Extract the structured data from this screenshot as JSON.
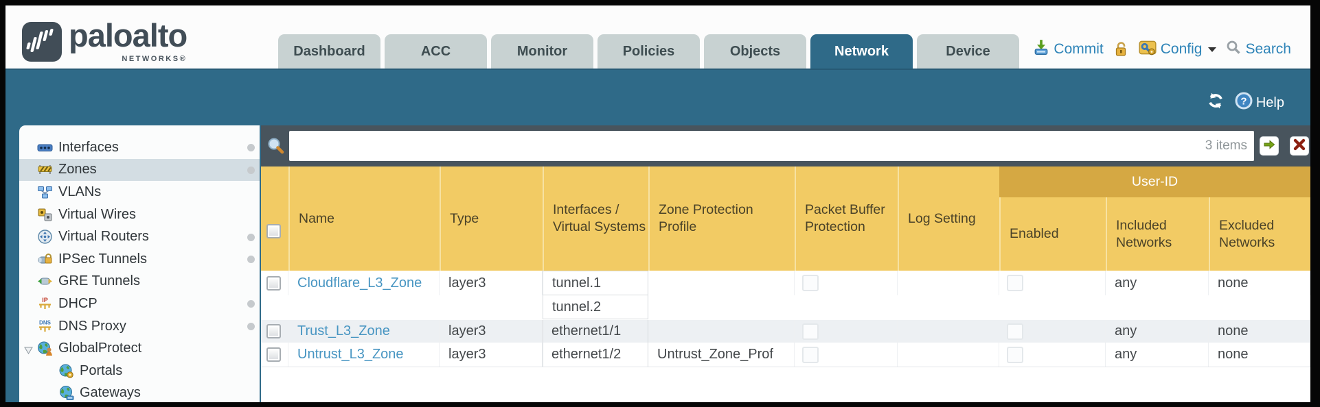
{
  "brand": {
    "name": "paloalto",
    "sub": "NETWORKS®"
  },
  "nav_tabs": [
    {
      "label": "Dashboard",
      "active": false
    },
    {
      "label": "ACC",
      "active": false
    },
    {
      "label": "Monitor",
      "active": false
    },
    {
      "label": "Policies",
      "active": false
    },
    {
      "label": "Objects",
      "active": false
    },
    {
      "label": "Network",
      "active": true
    },
    {
      "label": "Device",
      "active": false
    }
  ],
  "toolbar": {
    "commit": "Commit",
    "config": "Config",
    "search": "Search"
  },
  "band": {
    "help": "Help"
  },
  "sidebar": {
    "items": [
      {
        "label": "Interfaces",
        "icon": "interfaces-icon",
        "dot": true,
        "selected": false
      },
      {
        "label": "Zones",
        "icon": "zones-icon",
        "dot": true,
        "selected": true
      },
      {
        "label": "VLANs",
        "icon": "vlans-icon",
        "dot": false,
        "selected": false
      },
      {
        "label": "Virtual Wires",
        "icon": "virtual-wires-icon",
        "dot": false,
        "selected": false
      },
      {
        "label": "Virtual Routers",
        "icon": "virtual-routers-icon",
        "dot": true,
        "selected": false
      },
      {
        "label": "IPSec Tunnels",
        "icon": "ipsec-tunnels-icon",
        "dot": true,
        "selected": false
      },
      {
        "label": "GRE Tunnels",
        "icon": "gre-tunnels-icon",
        "dot": false,
        "selected": false
      },
      {
        "label": "DHCP",
        "icon": "dhcp-icon",
        "dot": true,
        "selected": false
      },
      {
        "label": "DNS Proxy",
        "icon": "dns-proxy-icon",
        "dot": true,
        "selected": false
      },
      {
        "label": "GlobalProtect",
        "icon": "globalprotect-icon",
        "dot": false,
        "selected": false,
        "expanded": true
      },
      {
        "label": "Portals",
        "icon": "portals-icon",
        "dot": false,
        "selected": false,
        "child": true
      },
      {
        "label": "Gateways",
        "icon": "gateways-icon",
        "dot": false,
        "selected": false,
        "child": true
      }
    ]
  },
  "filter": {
    "value": "",
    "count": "3 items"
  },
  "table": {
    "group_header": {
      "label": "User-ID",
      "spans": [
        "Enabled",
        "Included Networks",
        "Excluded Networks"
      ]
    },
    "columns": [
      "Name",
      "Type",
      "Interfaces / Virtual Systems",
      "Zone Protection Profile",
      "Packet Buffer Protection",
      "Log Setting",
      "Enabled",
      "Included Networks",
      "Excluded Networks"
    ],
    "rows": [
      {
        "name": "Cloudflare_L3_Zone",
        "type": "layer3",
        "interfaces": [
          "tunnel.1",
          "tunnel.2"
        ],
        "zone_protection_profile": "",
        "packet_buffer_protection": false,
        "log_setting": "",
        "enabled": false,
        "included_networks": "any",
        "excluded_networks": "none",
        "selected": false
      },
      {
        "name": "Trust_L3_Zone",
        "type": "layer3",
        "interfaces": [
          "ethernet1/1"
        ],
        "zone_protection_profile": "",
        "packet_buffer_protection": false,
        "log_setting": "",
        "enabled": false,
        "included_networks": "any",
        "excluded_networks": "none",
        "selected": false
      },
      {
        "name": "Untrust_L3_Zone",
        "type": "layer3",
        "interfaces": [
          "ethernet1/2"
        ],
        "zone_protection_profile": "Untrust_Zone_Prof",
        "packet_buffer_protection": false,
        "log_setting": "",
        "enabled": false,
        "included_networks": "any",
        "excluded_networks": "none",
        "selected": false
      }
    ]
  },
  "colors": {
    "teal": "#2f6a88",
    "header_gold": "#f2cb64",
    "group_gold": "#d5a843",
    "filter_slate": "#48545d",
    "link_blue": "#4795c2",
    "tab_gray": "#c8d2d2",
    "alt_row": "#edf0f3",
    "selected_sidebar": "#d3dde3",
    "utility_blue": "#2e84b8"
  },
  "icons": [
    "paloalto-logo-icon",
    "commit-icon",
    "lock-icon",
    "config-icon",
    "chevron-down-icon",
    "search-icon",
    "refresh-icon",
    "help-icon",
    "magnifier-icon",
    "apply-filter-icon",
    "clear-filter-icon",
    "interfaces-icon",
    "zones-icon",
    "vlans-icon",
    "virtual-wires-icon",
    "virtual-routers-icon",
    "ipsec-tunnels-icon",
    "gre-tunnels-icon",
    "dhcp-icon",
    "dns-proxy-icon",
    "globalprotect-icon",
    "portals-icon",
    "gateways-icon",
    "expander-icon",
    "checkbox"
  ]
}
